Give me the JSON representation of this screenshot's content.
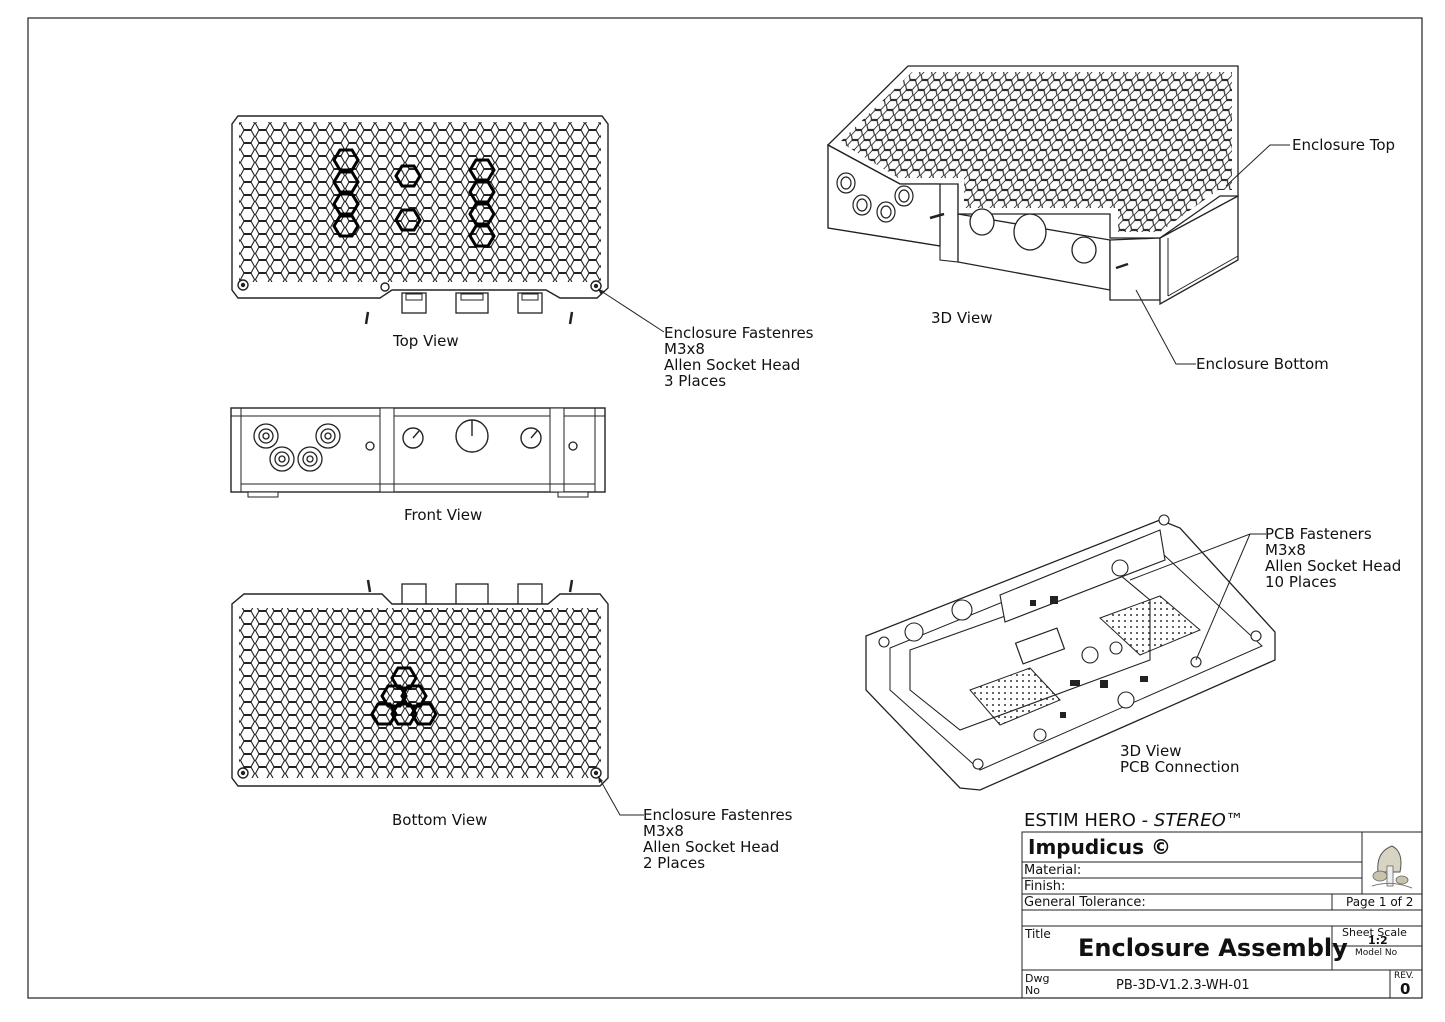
{
  "views": {
    "top": "Top View",
    "front": "Front View",
    "bottom": "Bottom View",
    "iso": "3D View",
    "pcb_line1": "3D View",
    "pcb_line2": "PCB Connection"
  },
  "callouts": {
    "enclosure_top": "Enclosure Top",
    "enclosure_bottom": "Enclosure Bottom",
    "top_fasteners": [
      "Enclosure Fastenres",
      "M3x8",
      "Allen Socket Head",
      "3 Places"
    ],
    "bottom_fasteners": [
      "Enclosure Fastenres",
      "M3x8",
      "Allen Socket Head",
      "2 Places"
    ],
    "pcb_fasteners": [
      "PCB Fasteners",
      "M3x8",
      "Allen Socket Head",
      "10 Places"
    ]
  },
  "title_block": {
    "project_prefix": "ESTIM HERO - ",
    "project_italic": "STEREO",
    "project_tm": "™",
    "company": "Impudicus ©",
    "material_label": "Material:",
    "finish_label": "Finish:",
    "tolerance_label": "General Tolerance:",
    "page": "Page 1 of 2",
    "title_label": "Title",
    "title": "Enclosure Assembly",
    "sheet_scale_label": "Sheet Scale",
    "sheet_scale": "1:2",
    "model_no_label": "Model No",
    "dwg_label_1": "Dwg",
    "dwg_label_2": "No",
    "dwg_no": "PB-3D-V1.2.3-WH-01",
    "rev_label": "REV.",
    "rev": "0",
    "logo_icon": "mushroom-logo-icon"
  }
}
